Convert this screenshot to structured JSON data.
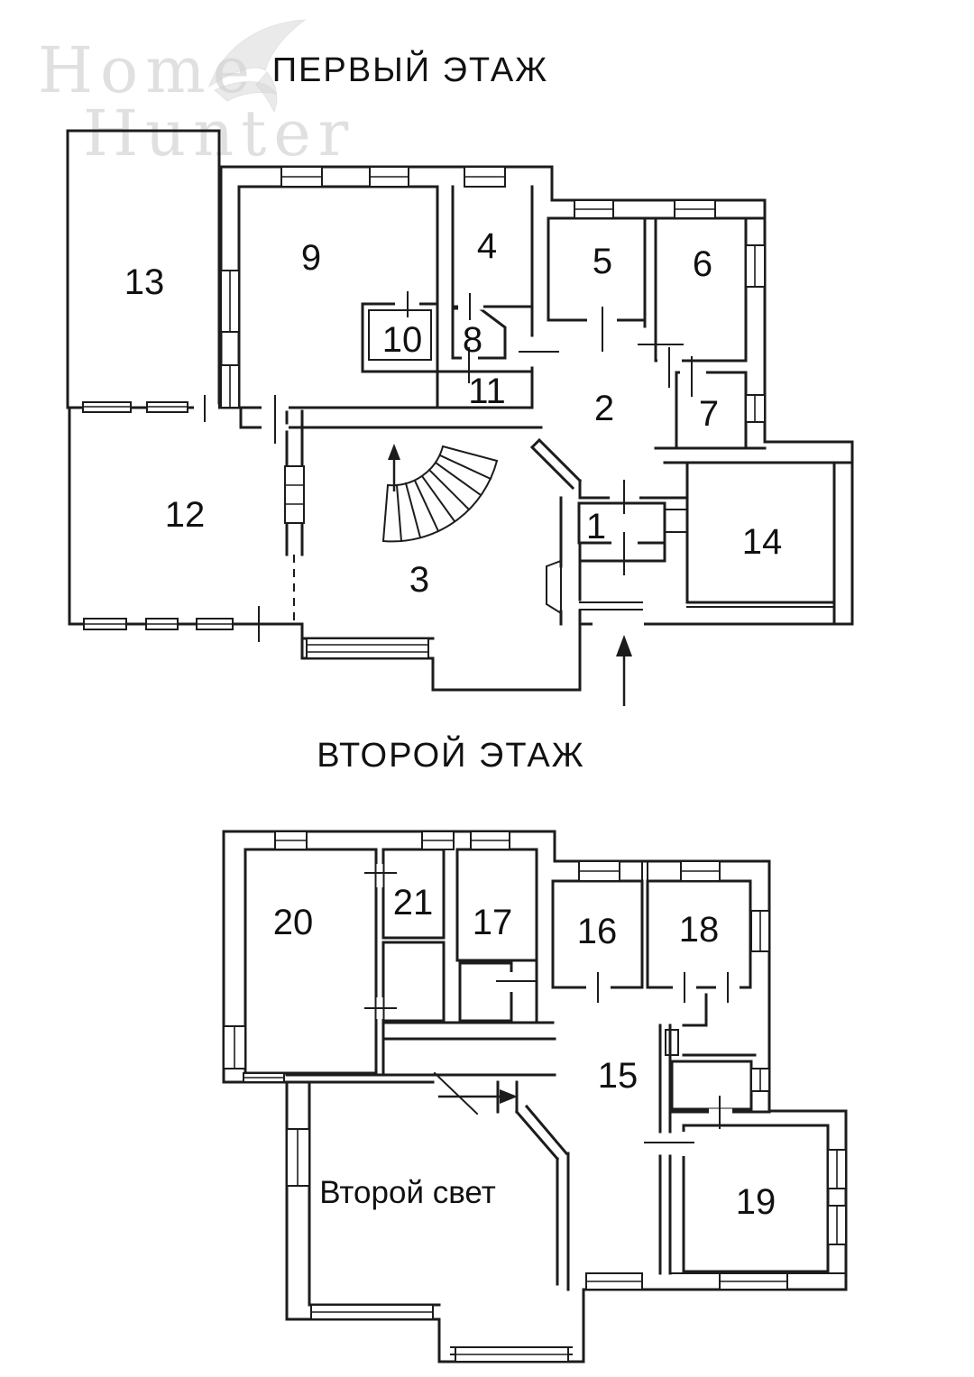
{
  "document": {
    "type": "floor-plan",
    "language": "ru"
  },
  "watermark": {
    "line1": "Home",
    "line2": "Hunter"
  },
  "colors": {
    "wall": "#1c1c1c",
    "background": "#ffffff",
    "watermark": "#c7c7c7"
  },
  "floor1": {
    "title": "ПЕРВЫЙ ЭТАЖ",
    "rooms": [
      {
        "label": "13"
      },
      {
        "label": "9"
      },
      {
        "label": "4"
      },
      {
        "label": "10"
      },
      {
        "label": "8"
      },
      {
        "label": "11"
      },
      {
        "label": "5"
      },
      {
        "label": "6"
      },
      {
        "label": "2"
      },
      {
        "label": "7"
      },
      {
        "label": "12"
      },
      {
        "label": "3"
      },
      {
        "label": "1"
      },
      {
        "label": "14"
      }
    ]
  },
  "floor2": {
    "title": "ВТОРОЙ ЭТАЖ",
    "double_height_label": "Второй свет",
    "rooms": [
      {
        "label": "20"
      },
      {
        "label": "21"
      },
      {
        "label": "17"
      },
      {
        "label": "16"
      },
      {
        "label": "18"
      },
      {
        "label": "15"
      },
      {
        "label": "19"
      }
    ]
  }
}
